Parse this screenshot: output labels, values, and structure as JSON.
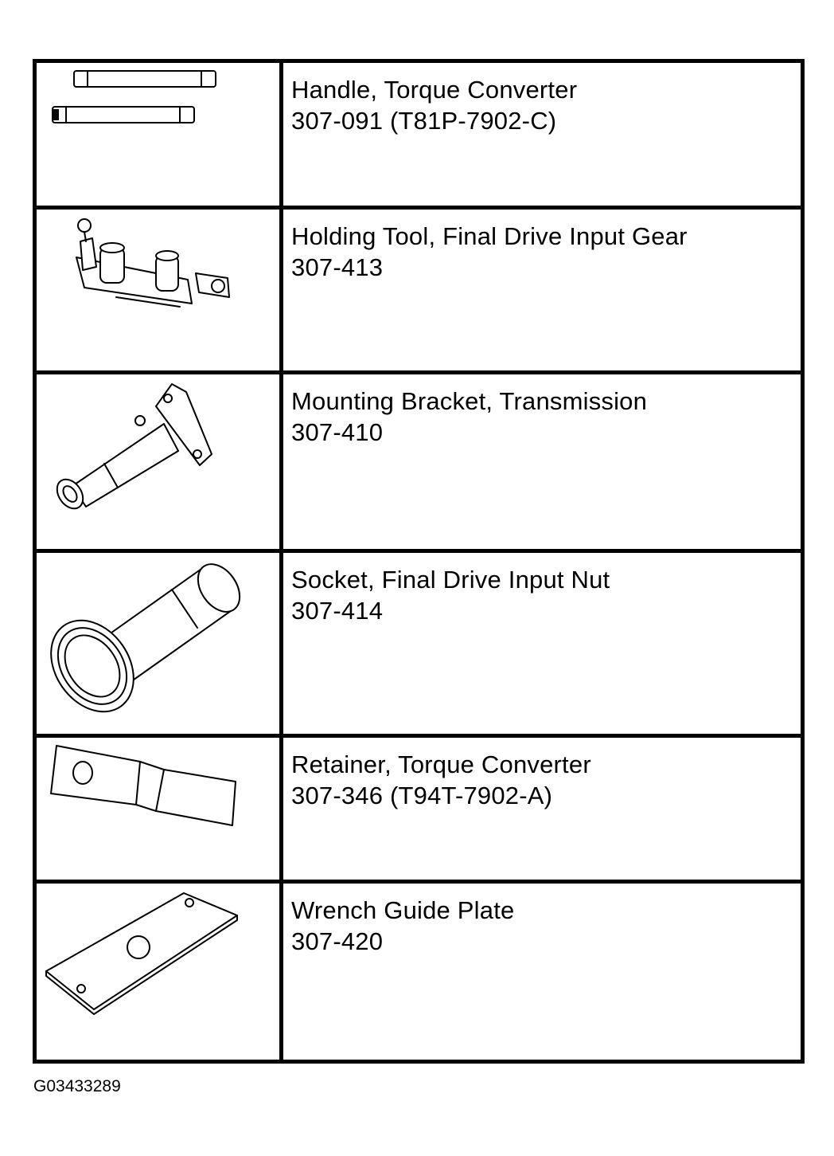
{
  "tools": [
    {
      "name": "Handle, Torque Converter",
      "part": "307-091 (T81P-7902-C)",
      "icon": "torque-converter-handle-icon"
    },
    {
      "name": "Holding Tool, Final Drive Input Gear",
      "part": "307-413",
      "icon": "holding-tool-icon"
    },
    {
      "name": "Mounting Bracket, Transmission",
      "part": "307-410",
      "icon": "mounting-bracket-icon"
    },
    {
      "name": "Socket, Final Drive Input Nut",
      "part": "307-414",
      "icon": "socket-icon"
    },
    {
      "name": "Retainer, Torque Converter",
      "part": "307-346 (T94T-7902-A)",
      "icon": "torque-converter-retainer-icon"
    },
    {
      "name": "Wrench Guide Plate",
      "part": "307-420",
      "icon": "wrench-guide-plate-icon"
    }
  ],
  "figure_id": "G03433289"
}
